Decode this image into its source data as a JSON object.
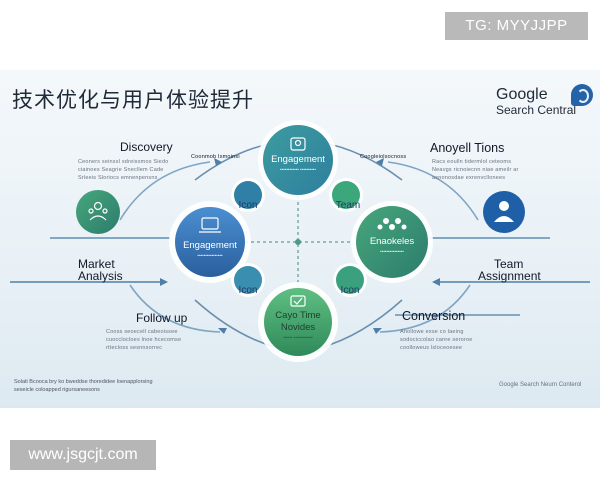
{
  "watermarks": {
    "top": "TG: MYYJJPP",
    "bottom": "www.jsgcjt.com"
  },
  "header": {
    "title": "技术优化与用户体验提升",
    "brand_name": "Google",
    "brand_sub": "Search Central"
  },
  "nodes": {
    "top": {
      "title": "Engagement",
      "sub": "•••••••••••• ••••••••••"
    },
    "left": {
      "title": "Engagement",
      "sub": "••••••••••••••••"
    },
    "right": {
      "title": "Enaokeles",
      "sub": "•••••••••••••••"
    },
    "bottom": {
      "title": "Cayo Time",
      "title2": "Novides",
      "sub": "•••••• ••••••••••••"
    }
  },
  "small_nodes": {
    "top_left": "Icon",
    "top_right": "Team",
    "bottom_left": "Icon",
    "bottom_right": "Icon"
  },
  "labels": {
    "discovery": "Discovery",
    "market": "Market",
    "analysis": "Analysis",
    "follow_up": "Follow up",
    "anoyell": "Anoyell Tions",
    "team": "Team",
    "assignment": "Assignment",
    "conversion": "Conversion",
    "top_left_small": "Coonmob Ismoinsi",
    "top_right_small": "Coogleiolsocnoss"
  },
  "blurb": {
    "discovery": [
      "Ceoners seinssl sdreissmos Siedo",
      "ciainoes Seagrie Snecllem Cade",
      "Srleeis Sloriocs emnenpensns"
    ],
    "anoyell": [
      "Racs eoulln tidermlol ceteoms",
      "Neavgs ricnoiecnn niae ameilr ar",
      "asnonosdae exrenvcllonees"
    ],
    "follow_up": [
      "Cooss seoecell cabeoissee",
      "cuocclocloes lnoe hcecomse",
      "rttecloss sesnnsorrec"
    ],
    "conversion": [
      "Anollowe exse co laeing",
      "sodociccolao canre seroroe",
      "coolloweus lsloceoesee"
    ]
  },
  "footer": {
    "left": [
      "Solati Bcooca bry ko bweddse thoredidee loenapplorsing",
      "seseicle coloapped rigursaneesons"
    ],
    "right": "Google Search Neurn Conterol"
  },
  "colors": {
    "blue": "#2f6fb1",
    "teal_blue": "#2f7fa6",
    "green": "#3ca77a",
    "dark_green": "#2f8a5a",
    "side_green": "#2c7f70",
    "side_blue": "#1f5fa8"
  }
}
